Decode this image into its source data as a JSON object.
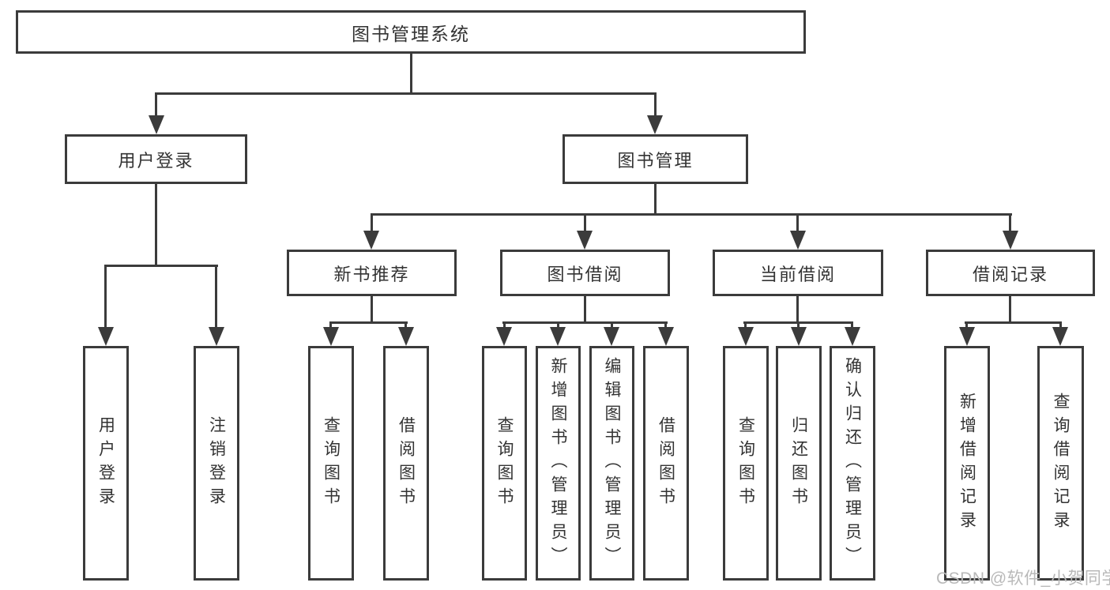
{
  "colors": {
    "line": "#3b3b3b",
    "box_border": "#3b3b3b",
    "box_fill": "#ffffff",
    "text": "#333333",
    "watermark": "#b9b9b9",
    "background": "#ffffff"
  },
  "watermark": "CSDN @软件_小贺同学",
  "nodes": {
    "root": {
      "label": "图书管理系统"
    },
    "user_login_group": {
      "label": "用户登录"
    },
    "book_management": {
      "label": "图书管理"
    },
    "new_book_recommend": {
      "label": "新书推荐"
    },
    "book_borrow": {
      "label": "图书借阅"
    },
    "current_borrow": {
      "label": "当前借阅"
    },
    "borrow_records": {
      "label": "借阅记录"
    },
    "user_login_leaf": {
      "label": "用户登录"
    },
    "logout_leaf": {
      "label": "注销登录"
    },
    "nb_query_books": {
      "label": "查询图书"
    },
    "nb_borrow_books": {
      "label": "借阅图书"
    },
    "bb_query_books": {
      "label": "查询图书"
    },
    "bb_add_books": {
      "label": "新增图书（管理员）"
    },
    "bb_edit_books": {
      "label": "编辑图书（管理员）"
    },
    "bb_borrow_books": {
      "label": "借阅图书"
    },
    "cb_query_books": {
      "label": "查询图书"
    },
    "cb_return_books": {
      "label": "归还图书"
    },
    "cb_confirm_return": {
      "label": "确认归还（管理员）"
    },
    "br_add_record": {
      "label": "新增借阅记录"
    },
    "br_query_record": {
      "label": "查询借阅记录"
    }
  },
  "hierarchy": {
    "label": "图书管理系统",
    "children": [
      {
        "label": "用户登录",
        "children": [
          "用户登录",
          "注销登录"
        ]
      },
      {
        "label": "图书管理",
        "children": [
          {
            "label": "新书推荐",
            "children": [
              "查询图书",
              "借阅图书"
            ]
          },
          {
            "label": "图书借阅",
            "children": [
              "查询图书",
              "新增图书（管理员）",
              "编辑图书（管理员）",
              "借阅图书"
            ]
          },
          {
            "label": "当前借阅",
            "children": [
              "查询图书",
              "归还图书",
              "确认归还（管理员）"
            ]
          },
          {
            "label": "借阅记录",
            "children": [
              "新增借阅记录",
              "查询借阅记录"
            ]
          }
        ]
      }
    ]
  }
}
